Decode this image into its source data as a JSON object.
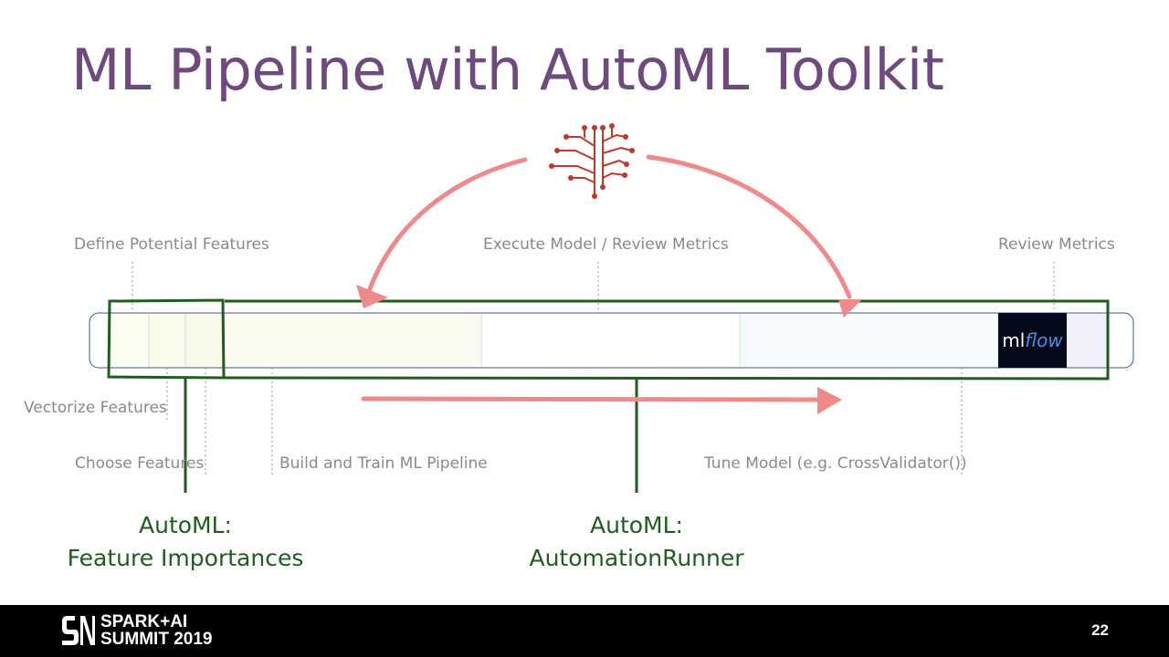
{
  "slide": {
    "title": "ML Pipeline with AutoML Toolkit",
    "page_number": "22"
  },
  "labels": {
    "define_features": "Define Potential Features",
    "execute_model": "Execute Model / Review Metrics",
    "review_metrics": "Review Metrics",
    "vectorize_features": "Vectorize Features",
    "choose_features": "Choose Features",
    "build_train": "Build and Train ML Pipeline",
    "tune_model": "Tune Model (e.g. CrossValidator())"
  },
  "automl": {
    "feature_importances": {
      "line1": "AutoML:",
      "line2": "Feature Importances"
    },
    "automation_runner": {
      "line1": "AutoML:",
      "line2": "AutomationRunner"
    }
  },
  "mlflow_logo": {
    "ml": "ml",
    "flow": "flow"
  },
  "footer": {
    "logo_line1": "SPARK+AI",
    "logo_line2": "SUMMIT 2019"
  },
  "colors": {
    "title": "#6e4a7e",
    "green": "#1f5c1f",
    "arrow": "#f08a8a",
    "brain": "#c0392b"
  }
}
